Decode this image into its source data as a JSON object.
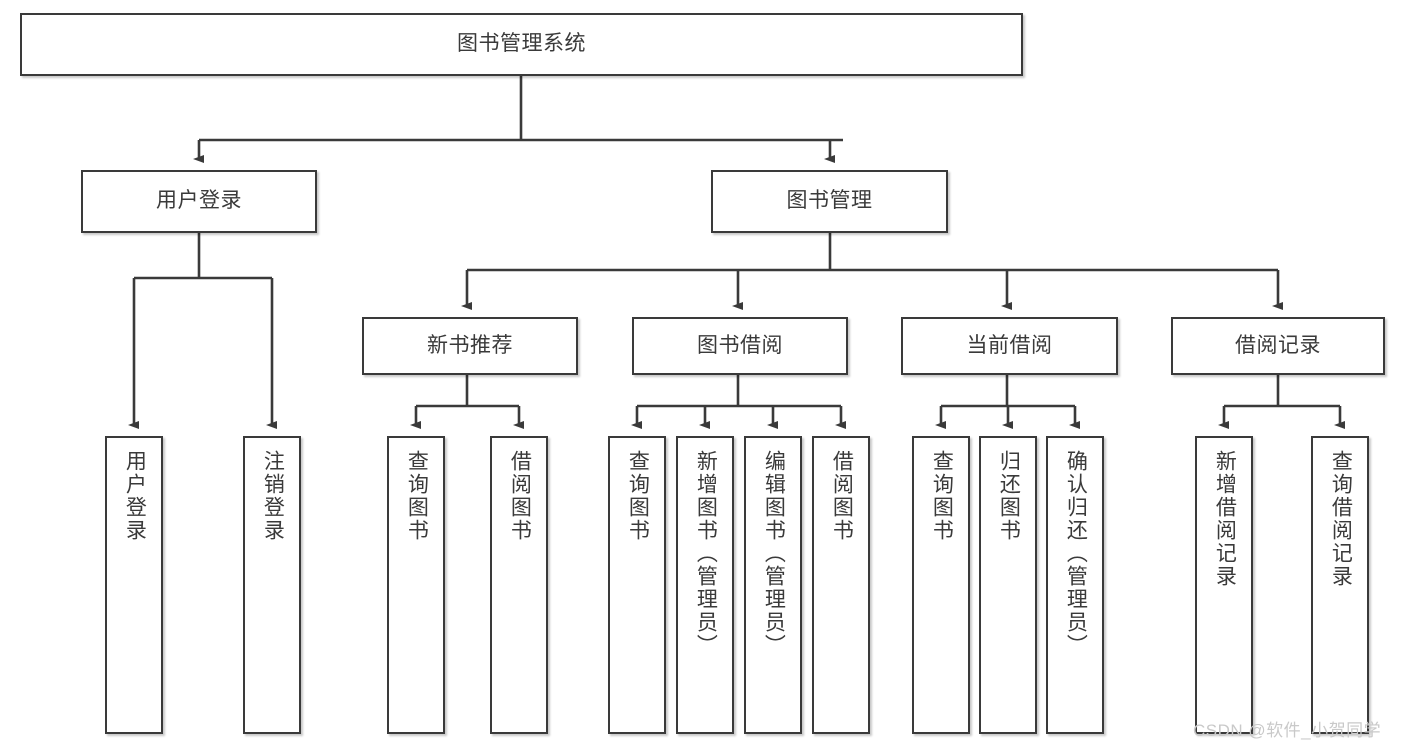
{
  "diagram": {
    "title": "图书管理系统",
    "type": "hierarchy-tree",
    "orientation": "top-down",
    "colors": {
      "stroke": "#3a3a3a",
      "fill": "#ffffff",
      "text": "#3a3a3a",
      "watermark": "#c9c9c9"
    },
    "root": {
      "label": "图书管理系统"
    },
    "level1": [
      {
        "label": "用户登录"
      },
      {
        "label": "图书管理"
      }
    ],
    "level2": [
      {
        "label": "新书推荐"
      },
      {
        "label": "图书借阅"
      },
      {
        "label": "当前借阅"
      },
      {
        "label": "借阅记录"
      }
    ],
    "leaves": {
      "user_login": [
        {
          "label": "用户登录"
        },
        {
          "label": "注销登录"
        }
      ],
      "new_book_recommend": [
        {
          "label": "查询图书"
        },
        {
          "label": "借阅图书"
        }
      ],
      "book_borrow": [
        {
          "label": "查询图书"
        },
        {
          "label": "新增图书（管理员）"
        },
        {
          "label": "编辑图书（管理员）"
        },
        {
          "label": "借阅图书"
        }
      ],
      "current_borrow": [
        {
          "label": "查询图书"
        },
        {
          "label": "归还图书"
        },
        {
          "label": "确认归还（管理员）"
        }
      ],
      "borrow_record": [
        {
          "label": "新增借阅记录"
        },
        {
          "label": "查询借阅记录"
        }
      ]
    }
  },
  "watermark": {
    "text": "CSDN @软件_小贺同学"
  }
}
